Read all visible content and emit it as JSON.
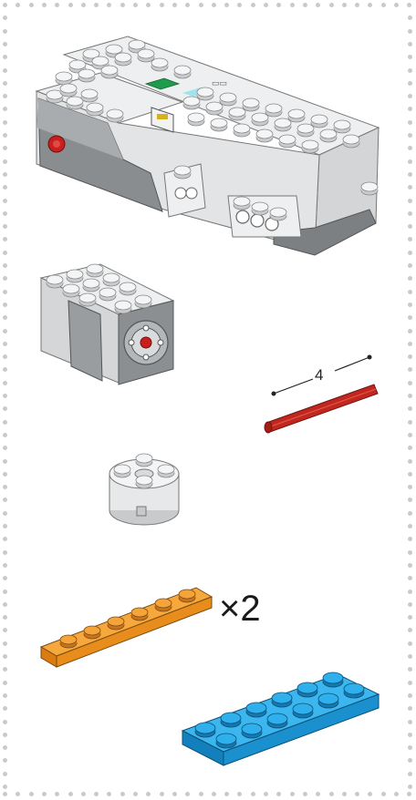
{
  "panel": {
    "border_color": "#c7cbcf",
    "background": "#ffffff"
  },
  "parts": [
    {
      "name": "move-hub",
      "color": "#e9eaeb"
    },
    {
      "name": "medium-motor",
      "color": "#dcdedf"
    },
    {
      "name": "axle",
      "color": "#c0281f",
      "length_label": "4"
    },
    {
      "name": "round-brick-2x2",
      "color": "#eceeef"
    },
    {
      "name": "plate-1x6",
      "color": "#f0961e",
      "quantity_label": "×2"
    },
    {
      "name": "plate-2x6",
      "color": "#1d9ad9"
    }
  ]
}
